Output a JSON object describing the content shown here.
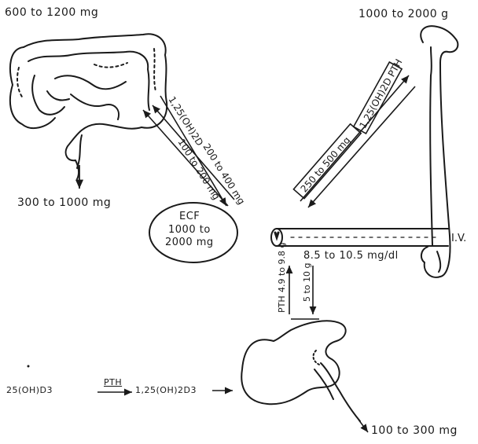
{
  "labels": {
    "intake": "600 to 1200 mg",
    "bone_store": "1000 to 2000 g",
    "fecal": "300 to 1000 mg",
    "gut_absorb": "1,25(OH)2D",
    "gut_absorb_amt": "200 to 400 mg",
    "gut_secrete": "100 to 200 mg",
    "bone_release_hormones": "1,25(OH)2D PTH",
    "bone_exchange": "250 to 500 mg",
    "ecf_title": "ECF",
    "ecf_amount_1": "1000 to",
    "ecf_amount_2": "2000 mg",
    "vessel_label": "I.V.",
    "plasma_range": "8.5 to 10.5 mg/dl",
    "kidney_reabsorb_hormone": "PTH",
    "kidney_reabsorb_amt": "4.9 to 9.8 g",
    "kidney_filter_amt": "5 to 10 g",
    "vitd_precursor": "25(OH)D3",
    "vitd_enzyme": "PTH",
    "vitd_product": "1,25(OH)2D3",
    "urine": "100 to 300 mg"
  },
  "colors": {
    "ink": "#1a1a1a",
    "paper": "#ffffff"
  },
  "icons": [
    "intestine-icon",
    "femur-icon",
    "kidney-icon",
    "blood-vessel-icon"
  ]
}
